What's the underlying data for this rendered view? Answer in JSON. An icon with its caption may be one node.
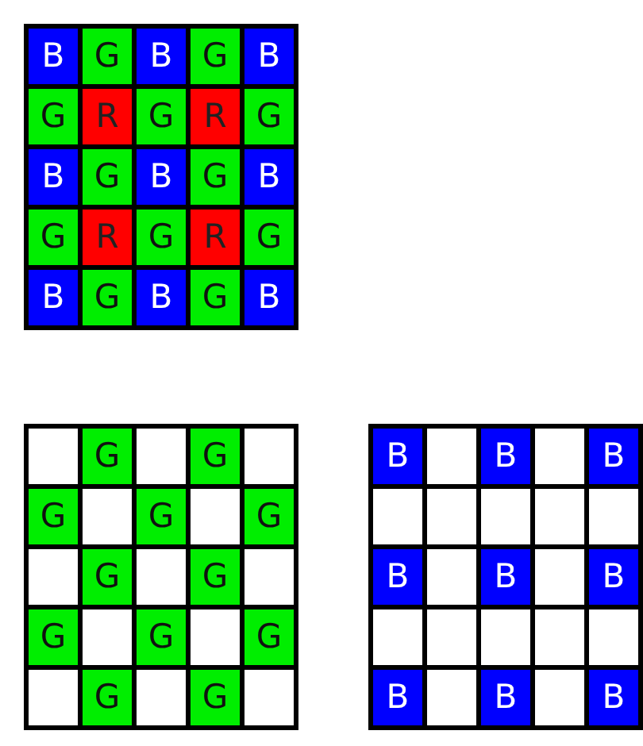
{
  "diagram": {
    "labels": [
      "B",
      "G",
      "B",
      "G",
      "B",
      "G",
      "R",
      "G",
      "R",
      "G",
      "B",
      "G",
      "B",
      "G",
      "B",
      "G",
      "R",
      "G",
      "R",
      "G",
      "B",
      "G",
      "B",
      "G",
      "B",
      "G",
      "G",
      "G",
      "G",
      "G",
      "G",
      "G",
      "G",
      "G",
      "G",
      "G",
      "G",
      "B",
      "B",
      "B",
      "B",
      "B",
      "B",
      "B",
      "B",
      "B"
    ]
  }
}
